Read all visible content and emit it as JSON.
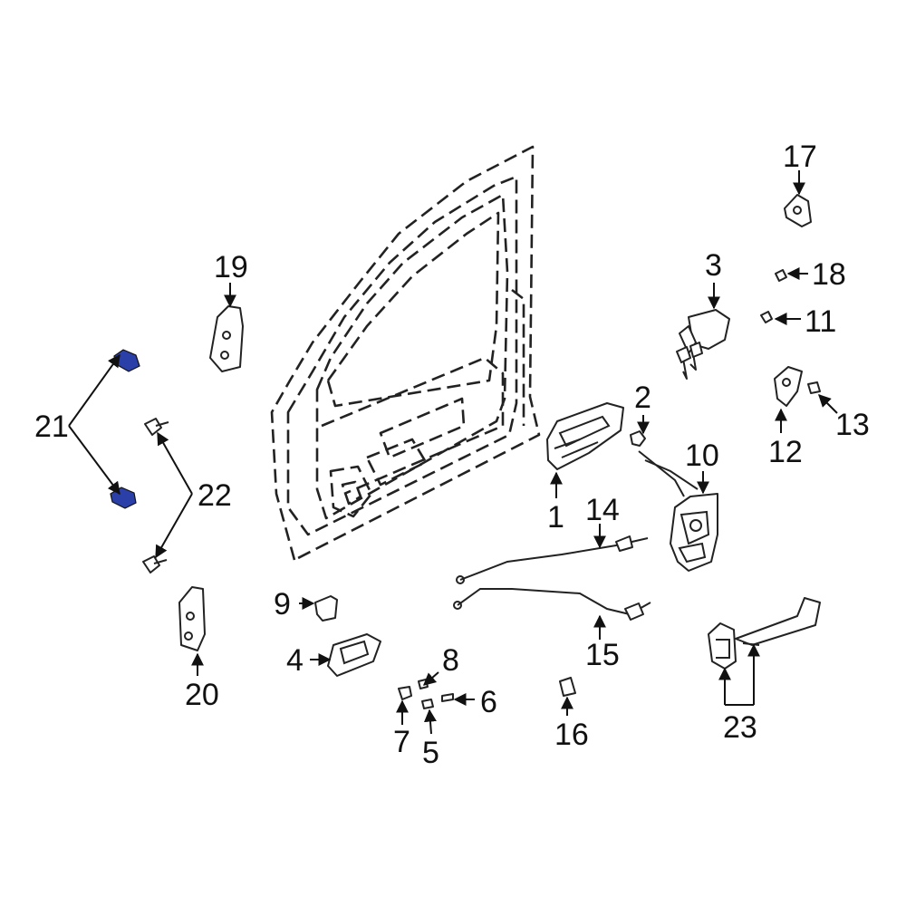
{
  "colors": {
    "highlight": "#2a3fa8",
    "line": "#222222",
    "background": "#ffffff"
  },
  "callouts": {
    "c1": "1",
    "c2": "2",
    "c3": "3",
    "c4": "4",
    "c5": "5",
    "c6": "6",
    "c7": "7",
    "c8": "8",
    "c9": "9",
    "c10": "10",
    "c11": "11",
    "c12": "12",
    "c13": "13",
    "c14": "14",
    "c15": "15",
    "c16": "16",
    "c17": "17",
    "c18": "18",
    "c19": "19",
    "c20": "20",
    "c21": "21",
    "c22": "22",
    "c23": "23"
  },
  "highlighted_part": "21"
}
